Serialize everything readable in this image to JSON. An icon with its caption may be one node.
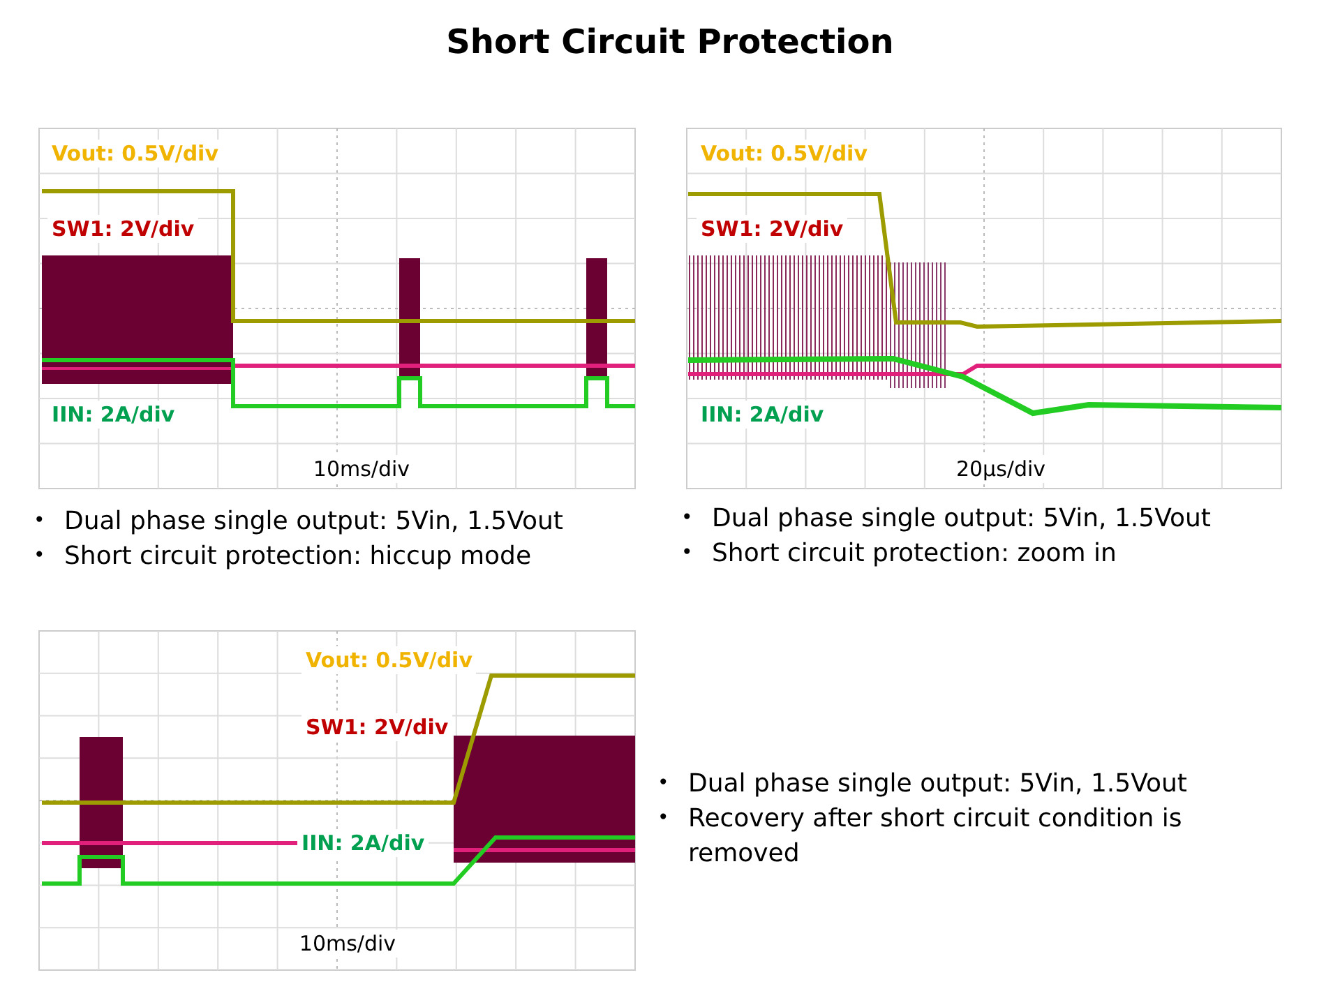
{
  "diagram": {
    "title": "Short Circuit Protection",
    "labels": [
      "Vout: 0.5V/div",
      "SW1: 2V/div",
      "IIN: 2A/div",
      "10ms/div",
      "Vout: 0.5V/div",
      "SW1: 2V/div",
      "IIN: 2A/div",
      "20µs/div",
      "•",
      "Dual phase single output: 5Vin, 1.5Vout",
      "•",
      "Short circuit protection: hiccup mode",
      "•",
      "Dual phase single output: 5Vin, 1.5Vout",
      "•",
      "Short circuit protection: zoom in",
      "Vout: 0.5V/div",
      "SW1: 2V/div",
      "IIN: 2A/div",
      "10ms/div",
      "•",
      "Dual phase single output: 5Vin, 1.5Vout",
      "•",
      "Recovery after short circuit condition is removed"
    ]
  }
}
